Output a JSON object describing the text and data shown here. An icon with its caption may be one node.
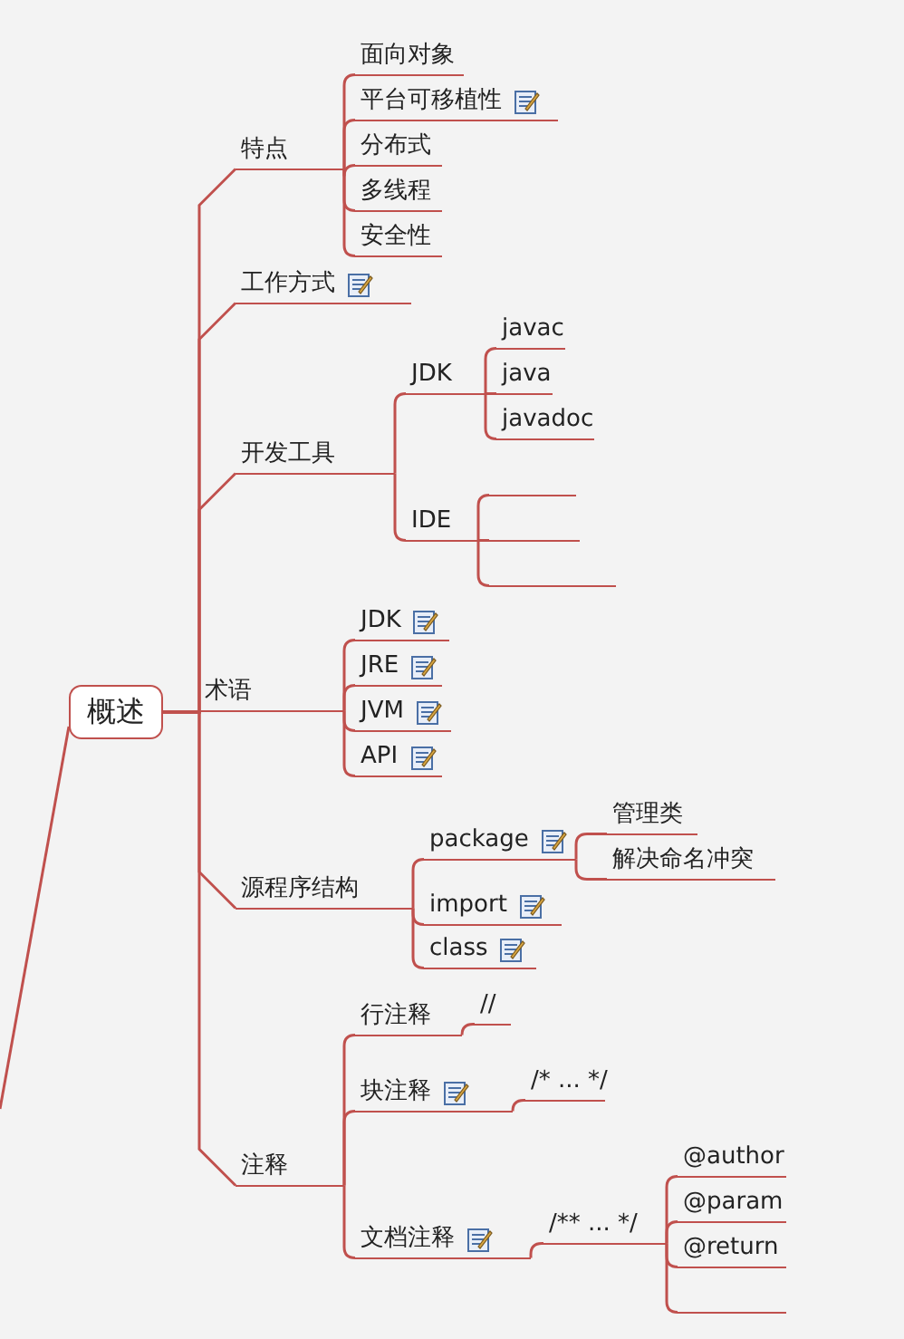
{
  "diagram": {
    "nodes": [
      {
        "text": [
          "概述"
        ]
      },
      {
        "text": [
          "特点"
        ]
      },
      {
        "text": [
          "面向对象"
        ]
      },
      {
        "text": [
          "平台可移植性"
        ]
      },
      {
        "text": [
          "分布式"
        ]
      },
      {
        "text": [
          "多线程"
        ]
      },
      {
        "text": [
          "安全性"
        ]
      },
      {
        "text": [
          "工作方式"
        ]
      },
      {
        "text": [
          "开发工具"
        ]
      },
      {
        "text": [
          "JDK"
        ]
      },
      {
        "text": [
          "javac"
        ]
      },
      {
        "text": [
          "java"
        ]
      },
      {
        "text": [
          "javadoc"
        ]
      },
      {
        "text": [
          "IDE"
        ]
      },
      {
        "text": [],
        "shape": "bar"
      },
      {
        "text": [],
        "shape": "bar"
      },
      {
        "text": [],
        "shape": "bar"
      },
      {
        "text": [
          "术语"
        ]
      },
      {
        "text": [
          "JDK"
        ]
      },
      {
        "text": [
          "JRE"
        ]
      },
      {
        "text": [
          "JVM"
        ]
      },
      {
        "text": [
          "API"
        ]
      },
      {
        "text": [
          "源程序结构"
        ]
      },
      {
        "text": [
          "package"
        ]
      },
      {
        "text": [
          "管理类"
        ]
      },
      {
        "text": [
          "解决命名冲突"
        ]
      },
      {
        "text": [
          "import"
        ]
      },
      {
        "text": [
          "class"
        ]
      },
      {
        "text": [
          "注释"
        ]
      },
      {
        "text": [
          "行注释"
        ]
      },
      {
        "text": [
          "//"
        ]
      },
      {
        "text": [
          "块注释"
        ]
      },
      {
        "text": [
          "/* ... */"
        ]
      },
      {
        "text": [
          "文档注释"
        ]
      },
      {
        "text": [
          "/** ... */"
        ]
      },
      {
        "text": [
          "@author"
        ]
      },
      {
        "text": [
          "@param"
        ]
      },
      {
        "text": [
          "@return"
        ]
      },
      {
        "text": [],
        "shape": "bar"
      }
    ],
    "edges": [
      {
        "from": null,
        "to": 0,
        "arrow": "none"
      },
      {
        "from": 0,
        "to": 1,
        "arrow": "none"
      },
      {
        "from": 1,
        "to": 2,
        "arrow": "none"
      },
      {
        "from": 1,
        "to": 3,
        "arrow": "none"
      },
      {
        "from": 1,
        "to": 4,
        "arrow": "none"
      },
      {
        "from": 1,
        "to": 5,
        "arrow": "none"
      },
      {
        "from": 1,
        "to": 6,
        "arrow": "none"
      },
      {
        "from": 0,
        "to": 7,
        "arrow": "none"
      },
      {
        "from": 0,
        "to": 8,
        "arrow": "none"
      },
      {
        "from": 8,
        "to": 9,
        "arrow": "none"
      },
      {
        "from": 9,
        "to": 10,
        "arrow": "none"
      },
      {
        "from": 9,
        "to": 11,
        "arrow": "none"
      },
      {
        "from": 9,
        "to": 12,
        "arrow": "none"
      },
      {
        "from": 8,
        "to": 13,
        "arrow": "none"
      },
      {
        "from": 13,
        "to": 14,
        "arrow": "none"
      },
      {
        "from": 13,
        "to": 15,
        "arrow": "none"
      },
      {
        "from": 13,
        "to": 16,
        "arrow": "none"
      },
      {
        "from": 0,
        "to": 17,
        "arrow": "none"
      },
      {
        "from": 17,
        "to": 18,
        "arrow": "none"
      },
      {
        "from": 17,
        "to": 19,
        "arrow": "none"
      },
      {
        "from": 17,
        "to": 20,
        "arrow": "none"
      },
      {
        "from": 17,
        "to": 21,
        "arrow": "none"
      },
      {
        "from": 0,
        "to": 22,
        "arrow": "none"
      },
      {
        "from": 22,
        "to": 23,
        "arrow": "none"
      },
      {
        "from": 23,
        "to": 24,
        "arrow": "none"
      },
      {
        "from": 23,
        "to": 25,
        "arrow": "none"
      },
      {
        "from": 22,
        "to": 26,
        "arrow": "none"
      },
      {
        "from": 22,
        "to": 27,
        "arrow": "none"
      },
      {
        "from": 0,
        "to": 28,
        "arrow": "none"
      },
      {
        "from": 28,
        "to": 29,
        "arrow": "none"
      },
      {
        "from": 29,
        "to": 30,
        "arrow": "none"
      },
      {
        "from": 28,
        "to": 31,
        "arrow": "none"
      },
      {
        "from": 31,
        "to": 32,
        "arrow": "none"
      },
      {
        "from": 28,
        "to": 33,
        "arrow": "none"
      },
      {
        "from": 33,
        "to": 34,
        "arrow": "none"
      },
      {
        "from": 34,
        "to": 35,
        "arrow": "none"
      },
      {
        "from": 34,
        "to": 36,
        "arrow": "none"
      },
      {
        "from": 34,
        "to": 37,
        "arrow": "none"
      },
      {
        "from": 34,
        "to": 38,
        "arrow": "none"
      }
    ]
  }
}
